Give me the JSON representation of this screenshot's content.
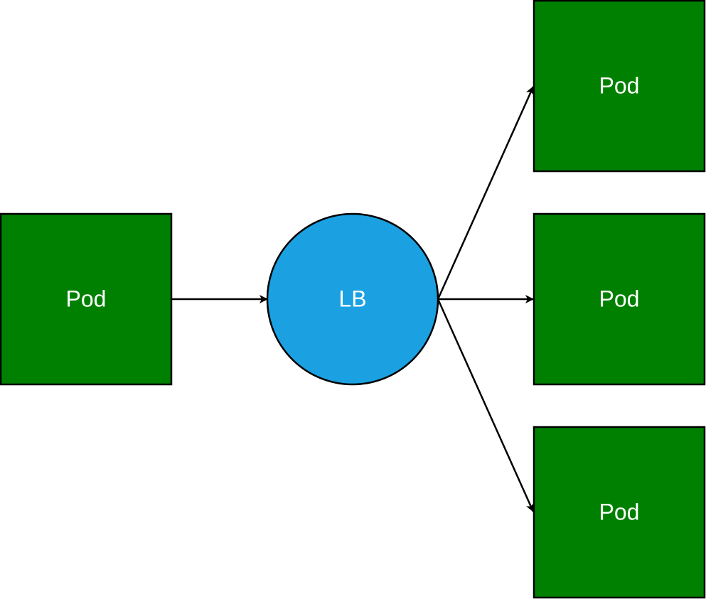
{
  "diagram": {
    "source_pod": {
      "label": "Pod"
    },
    "load_balancer": {
      "label": "LB"
    },
    "target_pods": [
      {
        "label": "Pod"
      },
      {
        "label": "Pod"
      },
      {
        "label": "Pod"
      }
    ]
  },
  "colors": {
    "pod_fill": "#008000",
    "lb_fill": "#1BA1E2",
    "stroke": "#000000",
    "label_text": "#FFFFFF"
  }
}
